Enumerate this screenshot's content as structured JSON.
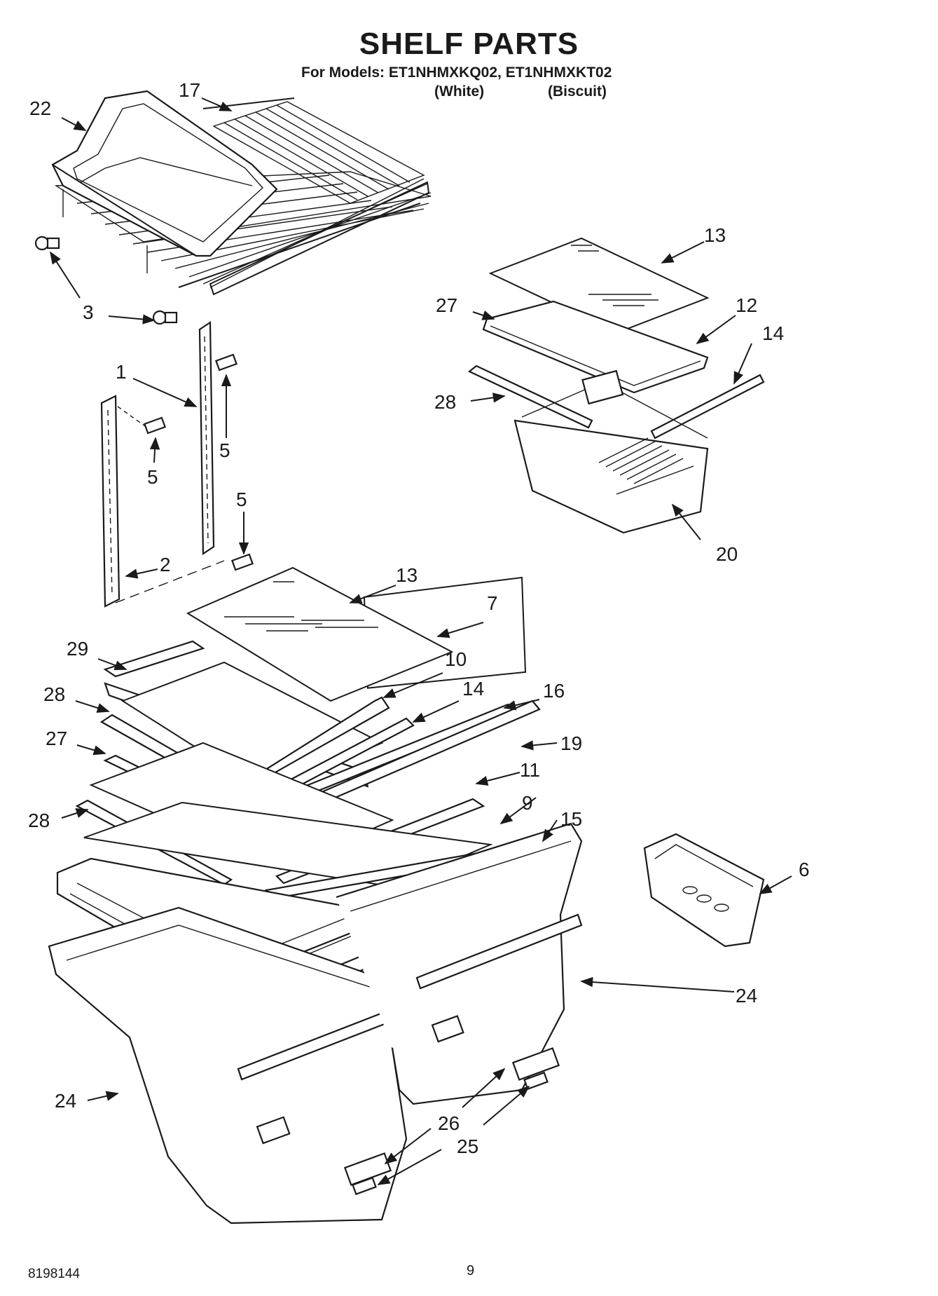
{
  "header": {
    "title": "SHELF PARTS",
    "models_line": "For Models: ET1NHMXKQ02, ET1NHMXKT02",
    "color_white": "(White)",
    "color_biscuit": "(Biscuit)"
  },
  "callouts": {
    "c22": "22",
    "c17": "17",
    "c3": "3",
    "c1": "1",
    "c5a": "5",
    "c5b": "5",
    "c5c": "5",
    "c2": "2",
    "c13a": "13",
    "c27a": "27",
    "c12": "12",
    "c14a": "14",
    "c28a": "28",
    "c20": "20",
    "c13b": "13",
    "c7": "7",
    "c29": "29",
    "c10": "10",
    "c28b": "28",
    "c14b": "14",
    "c16": "16",
    "c27b": "27",
    "c19": "19",
    "c11": "11",
    "c28c": "28",
    "c9": "9",
    "c15": "15",
    "c6": "6",
    "c24a": "24",
    "c24b": "24",
    "c26": "26",
    "c25": "25"
  },
  "footer": {
    "doc_number": "8198144",
    "page_number": "9"
  }
}
